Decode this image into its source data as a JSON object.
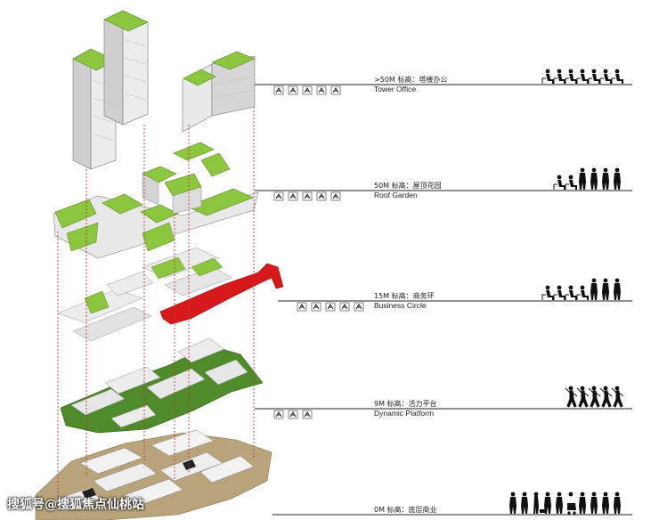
{
  "levels": [
    {
      "id": "tower",
      "cn": ">50M 标高：塔楼办公",
      "en": "Tower Office",
      "icons": [
        "cyclist-icon",
        "chair-icon",
        "people-icon",
        "mail-icon",
        "laptop-icon"
      ],
      "people": [
        "sitting-person-icon",
        "sitting-person-icon",
        "sitting-person-icon",
        "sitting-person-icon",
        "sitting-person-icon",
        "sitting-person-icon",
        "sitting-person-icon"
      ]
    },
    {
      "id": "roof",
      "cn": "50M 标高：屋顶花园",
      "en": "Roof Garden",
      "icons": [
        "cyclist-icon",
        "chair-icon",
        "people-icon",
        "mail-icon",
        "laptop-icon"
      ],
      "people": [
        "sitting-person-icon",
        "sitting-person-icon",
        "standing-person-icon",
        "standing-person-icon",
        "standing-person-icon",
        "standing-person-icon"
      ]
    },
    {
      "id": "business",
      "cn": "15M 标高：商务环",
      "en": "Business Circle",
      "icons": [
        "globe-icon",
        "chair-icon",
        "people-icon",
        "coffee-icon",
        "laptop-icon"
      ],
      "people": [
        "sitting-person-icon",
        "sitting-person-icon",
        "sitting-person-icon",
        "sitting-person-icon",
        "standing-person-icon",
        "standing-person-icon",
        "standing-person-icon"
      ]
    },
    {
      "id": "platform",
      "cn": "9M 标高：活力平台",
      "en": "Dynamic Platform",
      "icons": [
        "dining-icon",
        "coffee-icon",
        "cocktail-icon"
      ],
      "people": [
        "jumping-person-icon",
        "running-person-icon",
        "running-person-icon",
        "dancing-person-icon",
        "dancing-person-icon"
      ]
    },
    {
      "id": "ground",
      "cn": "0M 标高：底层商业",
      "en": "",
      "icons": [],
      "people": [
        "standing-person-icon",
        "standing-person-icon",
        "walking-dog-icon",
        "standing-person-icon",
        "standing-person-icon",
        "stroller-icon",
        "standing-person-icon",
        "standing-person-icon",
        "standing-person-icon",
        "standing-person-icon"
      ]
    }
  ],
  "watermark": "搜狐号@搜狐焦点仙桃站",
  "colors": {
    "green": "#8cc63f",
    "dark_green": "#4f8a2b",
    "red": "#d7191c",
    "line": "#222222",
    "dotted": "#c0392b",
    "building": "#e4e4e4"
  }
}
